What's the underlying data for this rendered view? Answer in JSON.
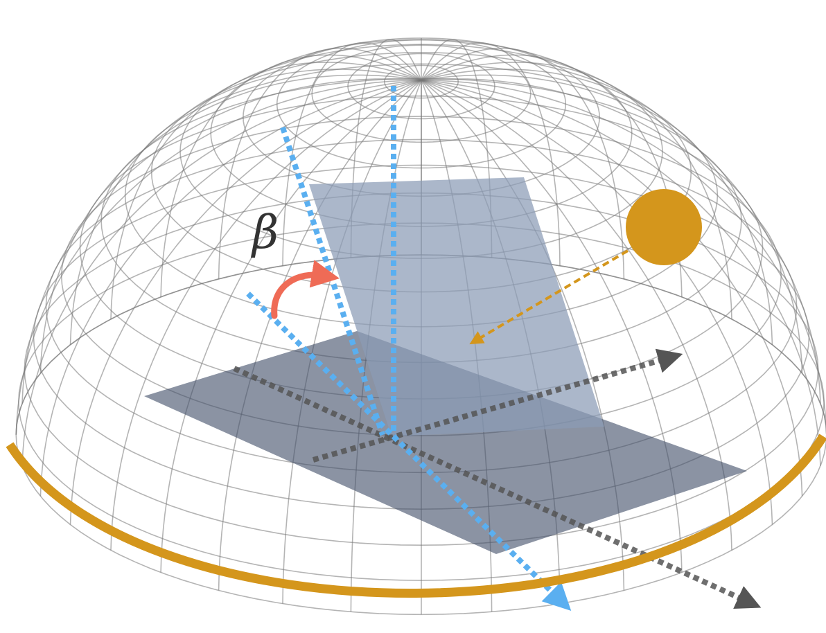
{
  "diagram": {
    "labels": {
      "tilt_angle": "β"
    },
    "colors": {
      "background": "#ffffff",
      "dome_grid": "#777777",
      "horizon_arc": "#d4961c",
      "sun": "#d4961c",
      "sun_ray": "#d4961c",
      "ground_plane": "#44506a",
      "tilted_panel": "#8a9bb5",
      "normal_axes": "#5aaff0",
      "ground_axes": "#555555",
      "angle_arrow": "#ef6b56"
    },
    "elements": [
      "hemisphere-grid",
      "horizon-arc",
      "ground-plane",
      "tilted-panel",
      "zenith-axis",
      "panel-normal-axis",
      "panel-surface-axis",
      "ground-axis-diagonal",
      "ground-axis-cross",
      "sun",
      "sun-ray",
      "tilt-angle-arrow"
    ]
  }
}
